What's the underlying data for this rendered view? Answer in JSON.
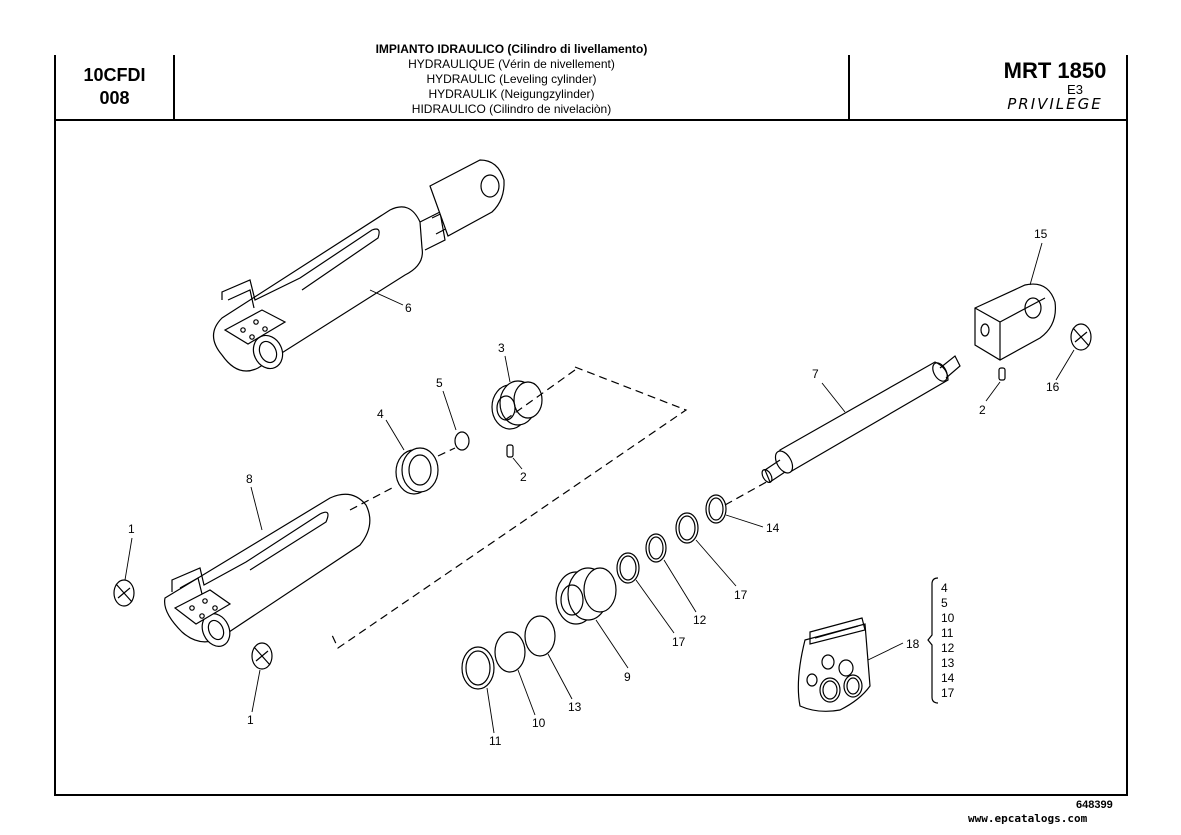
{
  "header": {
    "code_line1": "10CFDI",
    "code_line2": "008",
    "title_lines": [
      "IMPIANTO IDRAULICO (Cilindro di livellamento)",
      "HYDRAULIQUE (Vérin de nivellement)",
      "HYDRAULIC (Leveling cylinder)",
      "HYDRAULIK (Neigungzylinder)",
      "HIDRAULICO (Cilindro de nivelaciòn)"
    ],
    "model": "MRT 1850",
    "model_sub": "E3",
    "brand": "PRIVILEGE"
  },
  "callouts": {
    "c1a": "1",
    "c1b": "1",
    "c2a": "2",
    "c2b": "2",
    "c3": "3",
    "c4": "4",
    "c5": "5",
    "c6": "6",
    "c7": "7",
    "c8": "8",
    "c9": "9",
    "c10": "10",
    "c11": "11",
    "c12": "12",
    "c13": "13",
    "c14": "14",
    "c15": "15",
    "c16": "16",
    "c17a": "17",
    "c17b": "17",
    "c18": "18"
  },
  "kit_items": [
    "4",
    "5",
    "10",
    "11",
    "12",
    "13",
    "14",
    "17"
  ],
  "footer": {
    "drawing_number": "648399",
    "watermark": "www.epcatalogs.com"
  }
}
